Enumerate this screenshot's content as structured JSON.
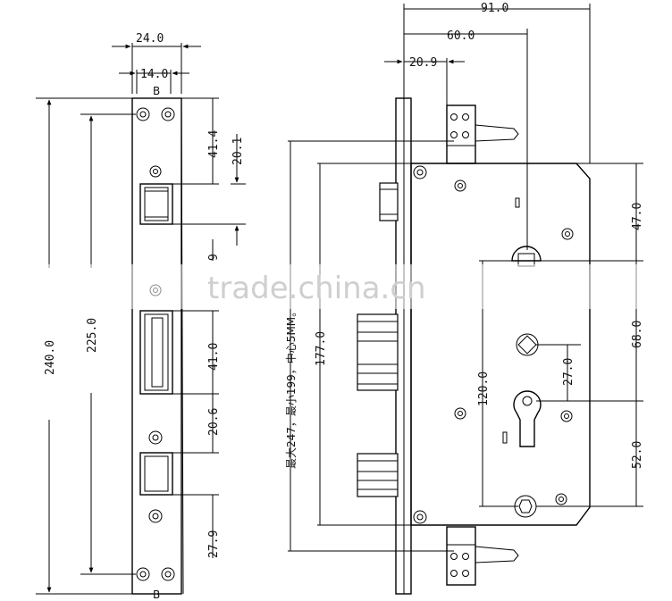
{
  "diagram": {
    "left_view": {
      "dims": {
        "width_24": "24.0",
        "width_14": "14.0",
        "h_41_4": "41.4",
        "h_20_1": "20.1",
        "h_9": "9",
        "h_41_0": "41.0",
        "h_20_6": "20.6",
        "h_27_9": "27.9",
        "h_240": "240.0",
        "h_225": "225.0"
      },
      "marks": {
        "top": "B",
        "bottom": "B"
      }
    },
    "right_view": {
      "dims": {
        "w_91": "91.0",
        "w_60": "60.0",
        "w_20_9": "20.9",
        "h_177": "177.0",
        "h_120": "120.0",
        "h_27": "27.0",
        "h_47": "47.0",
        "h_68": "68.0",
        "h_52": "52.0"
      },
      "note": "最大247，最小199，中心5MM。"
    },
    "watermark": "trade.china.cn"
  }
}
